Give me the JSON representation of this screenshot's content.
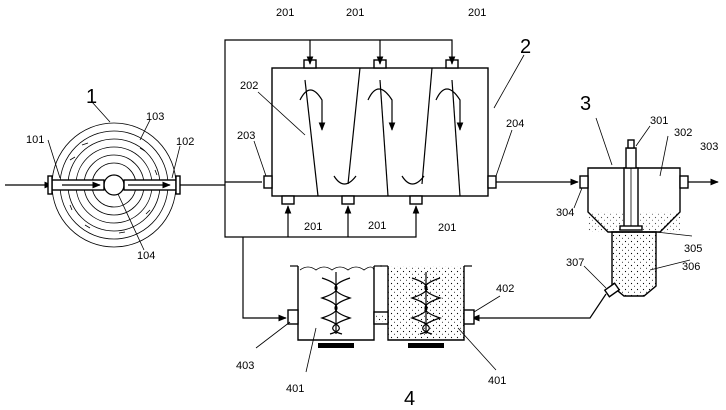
{
  "labels": {
    "unit_1": "1",
    "unit_2": "2",
    "unit_3": "3",
    "unit_4": "4",
    "l101": "101",
    "l102": "102",
    "l103": "103",
    "l104": "104",
    "l201": "201",
    "l202": "202",
    "l203": "203",
    "l204": "204",
    "l301": "301",
    "l302": "302",
    "l303": "303",
    "l304": "304",
    "l305": "305",
    "l306": "306",
    "l307": "307",
    "l401": "401",
    "l402": "402",
    "l403": "403"
  }
}
